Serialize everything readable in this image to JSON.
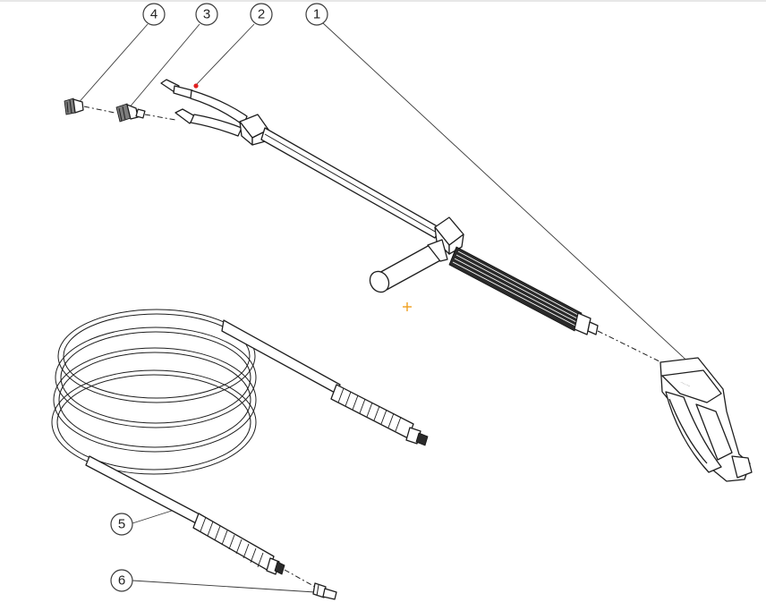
{
  "callouts": [
    {
      "id": "1",
      "label": "1"
    },
    {
      "id": "2",
      "label": "2"
    },
    {
      "id": "3",
      "label": "3"
    },
    {
      "id": "4",
      "label": "4"
    },
    {
      "id": "5",
      "label": "5"
    },
    {
      "id": "6",
      "label": "6"
    }
  ],
  "colors": {
    "line": "#1e1e1e",
    "marker_red": "#e02020",
    "marker_orange": "#f0a020"
  }
}
